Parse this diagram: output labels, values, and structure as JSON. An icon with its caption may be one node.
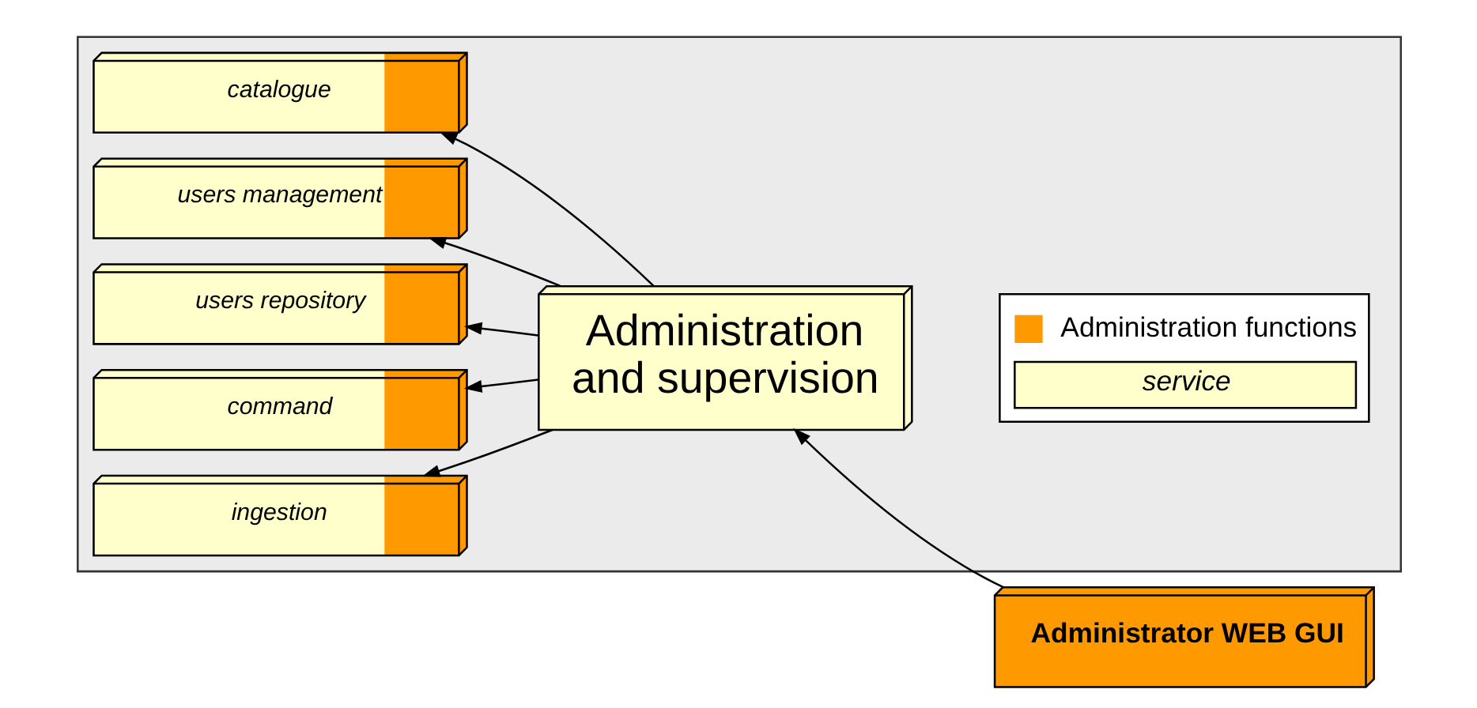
{
  "diagram": {
    "nodes": [
      {
        "text": [],
        "shape": "box"
      },
      {
        "text": [
          "catalogue"
        ],
        "in": 0
      },
      {
        "text": [
          "users management"
        ],
        "in": 0
      },
      {
        "text": [
          "users repository"
        ],
        "in": 0
      },
      {
        "text": [
          "command"
        ],
        "in": 0
      },
      {
        "text": [
          "ingestion"
        ],
        "in": 0
      },
      {
        "text": [
          "Administration and supervision"
        ],
        "in": 0
      },
      {
        "text": [
          "Administrator WEB GUI"
        ]
      }
    ],
    "edges": [
      {
        "from": 7,
        "to": 6,
        "arrow": "to"
      },
      {
        "from": 6,
        "to": 1,
        "arrow": "to"
      },
      {
        "from": 6,
        "to": 2,
        "arrow": "to"
      },
      {
        "from": 6,
        "to": 3,
        "arrow": "to"
      },
      {
        "from": 6,
        "to": 4,
        "arrow": "to"
      },
      {
        "from": 6,
        "to": 5,
        "arrow": "to"
      }
    ],
    "legend": [
      {
        "text": "Administration functions",
        "color": "#ff9900"
      },
      {
        "text": "service"
      }
    ]
  }
}
